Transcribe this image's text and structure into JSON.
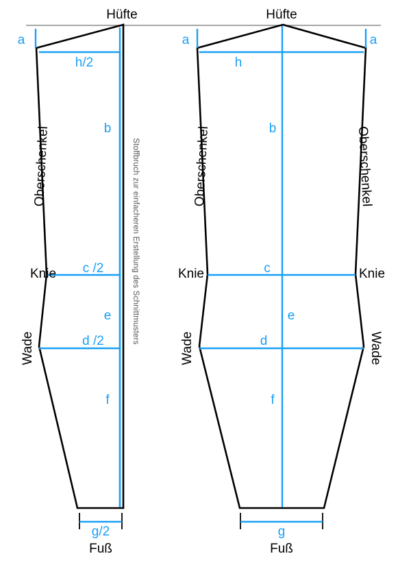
{
  "document": {
    "title": "Schnittmuster Hose - Maßskizze",
    "language": "de"
  },
  "colors": {
    "measure_blue": "#189ff5",
    "outline_black": "#000000",
    "hipline_gray": "#888888",
    "fold_text_gray": "#555555",
    "background": "#ffffff"
  },
  "left_pattern": {
    "name": "halbes-schnittteil",
    "top_label": "Hüfte",
    "bottom_label": "Fuß",
    "fold_note": "Stoffbruch zur einfacheren Erstellung des Schnittmusters",
    "side_labels": {
      "thigh": "Oberschenkel",
      "knee": "Knie",
      "calf": "Wade"
    },
    "measures": [
      {
        "key": "a",
        "label": "a",
        "kind": "vertical-tick"
      },
      {
        "key": "h_half",
        "label": "h/2",
        "kind": "horizontal"
      },
      {
        "key": "b",
        "label": "b",
        "kind": "vertical"
      },
      {
        "key": "c_half",
        "label": "c /2",
        "kind": "horizontal"
      },
      {
        "key": "e",
        "label": "e",
        "kind": "vertical"
      },
      {
        "key": "d_half",
        "label": "d /2",
        "kind": "horizontal"
      },
      {
        "key": "f",
        "label": "f",
        "kind": "vertical"
      },
      {
        "key": "g_half",
        "label": "g/2",
        "kind": "horizontal-bracket"
      }
    ]
  },
  "right_pattern": {
    "name": "ganzes-schnittteil",
    "top_label": "Hüfte",
    "bottom_label": "Fuß",
    "side_labels": {
      "thigh_left": "Oberschenkel",
      "thigh_right": "Oberschenkel",
      "knee_left": "Knie",
      "knee_right": "Knie",
      "calf_left": "Wade",
      "calf_right": "Wade"
    },
    "measures": [
      {
        "key": "a_left",
        "label": "a",
        "kind": "vertical-tick"
      },
      {
        "key": "a_right",
        "label": "a",
        "kind": "vertical-tick"
      },
      {
        "key": "h",
        "label": "h",
        "kind": "horizontal"
      },
      {
        "key": "b",
        "label": "b",
        "kind": "vertical"
      },
      {
        "key": "c",
        "label": "c",
        "kind": "horizontal"
      },
      {
        "key": "e",
        "label": "e",
        "kind": "vertical"
      },
      {
        "key": "d",
        "label": "d",
        "kind": "horizontal"
      },
      {
        "key": "f",
        "label": "f",
        "kind": "vertical"
      },
      {
        "key": "g",
        "label": "g",
        "kind": "horizontal-bracket"
      }
    ]
  }
}
